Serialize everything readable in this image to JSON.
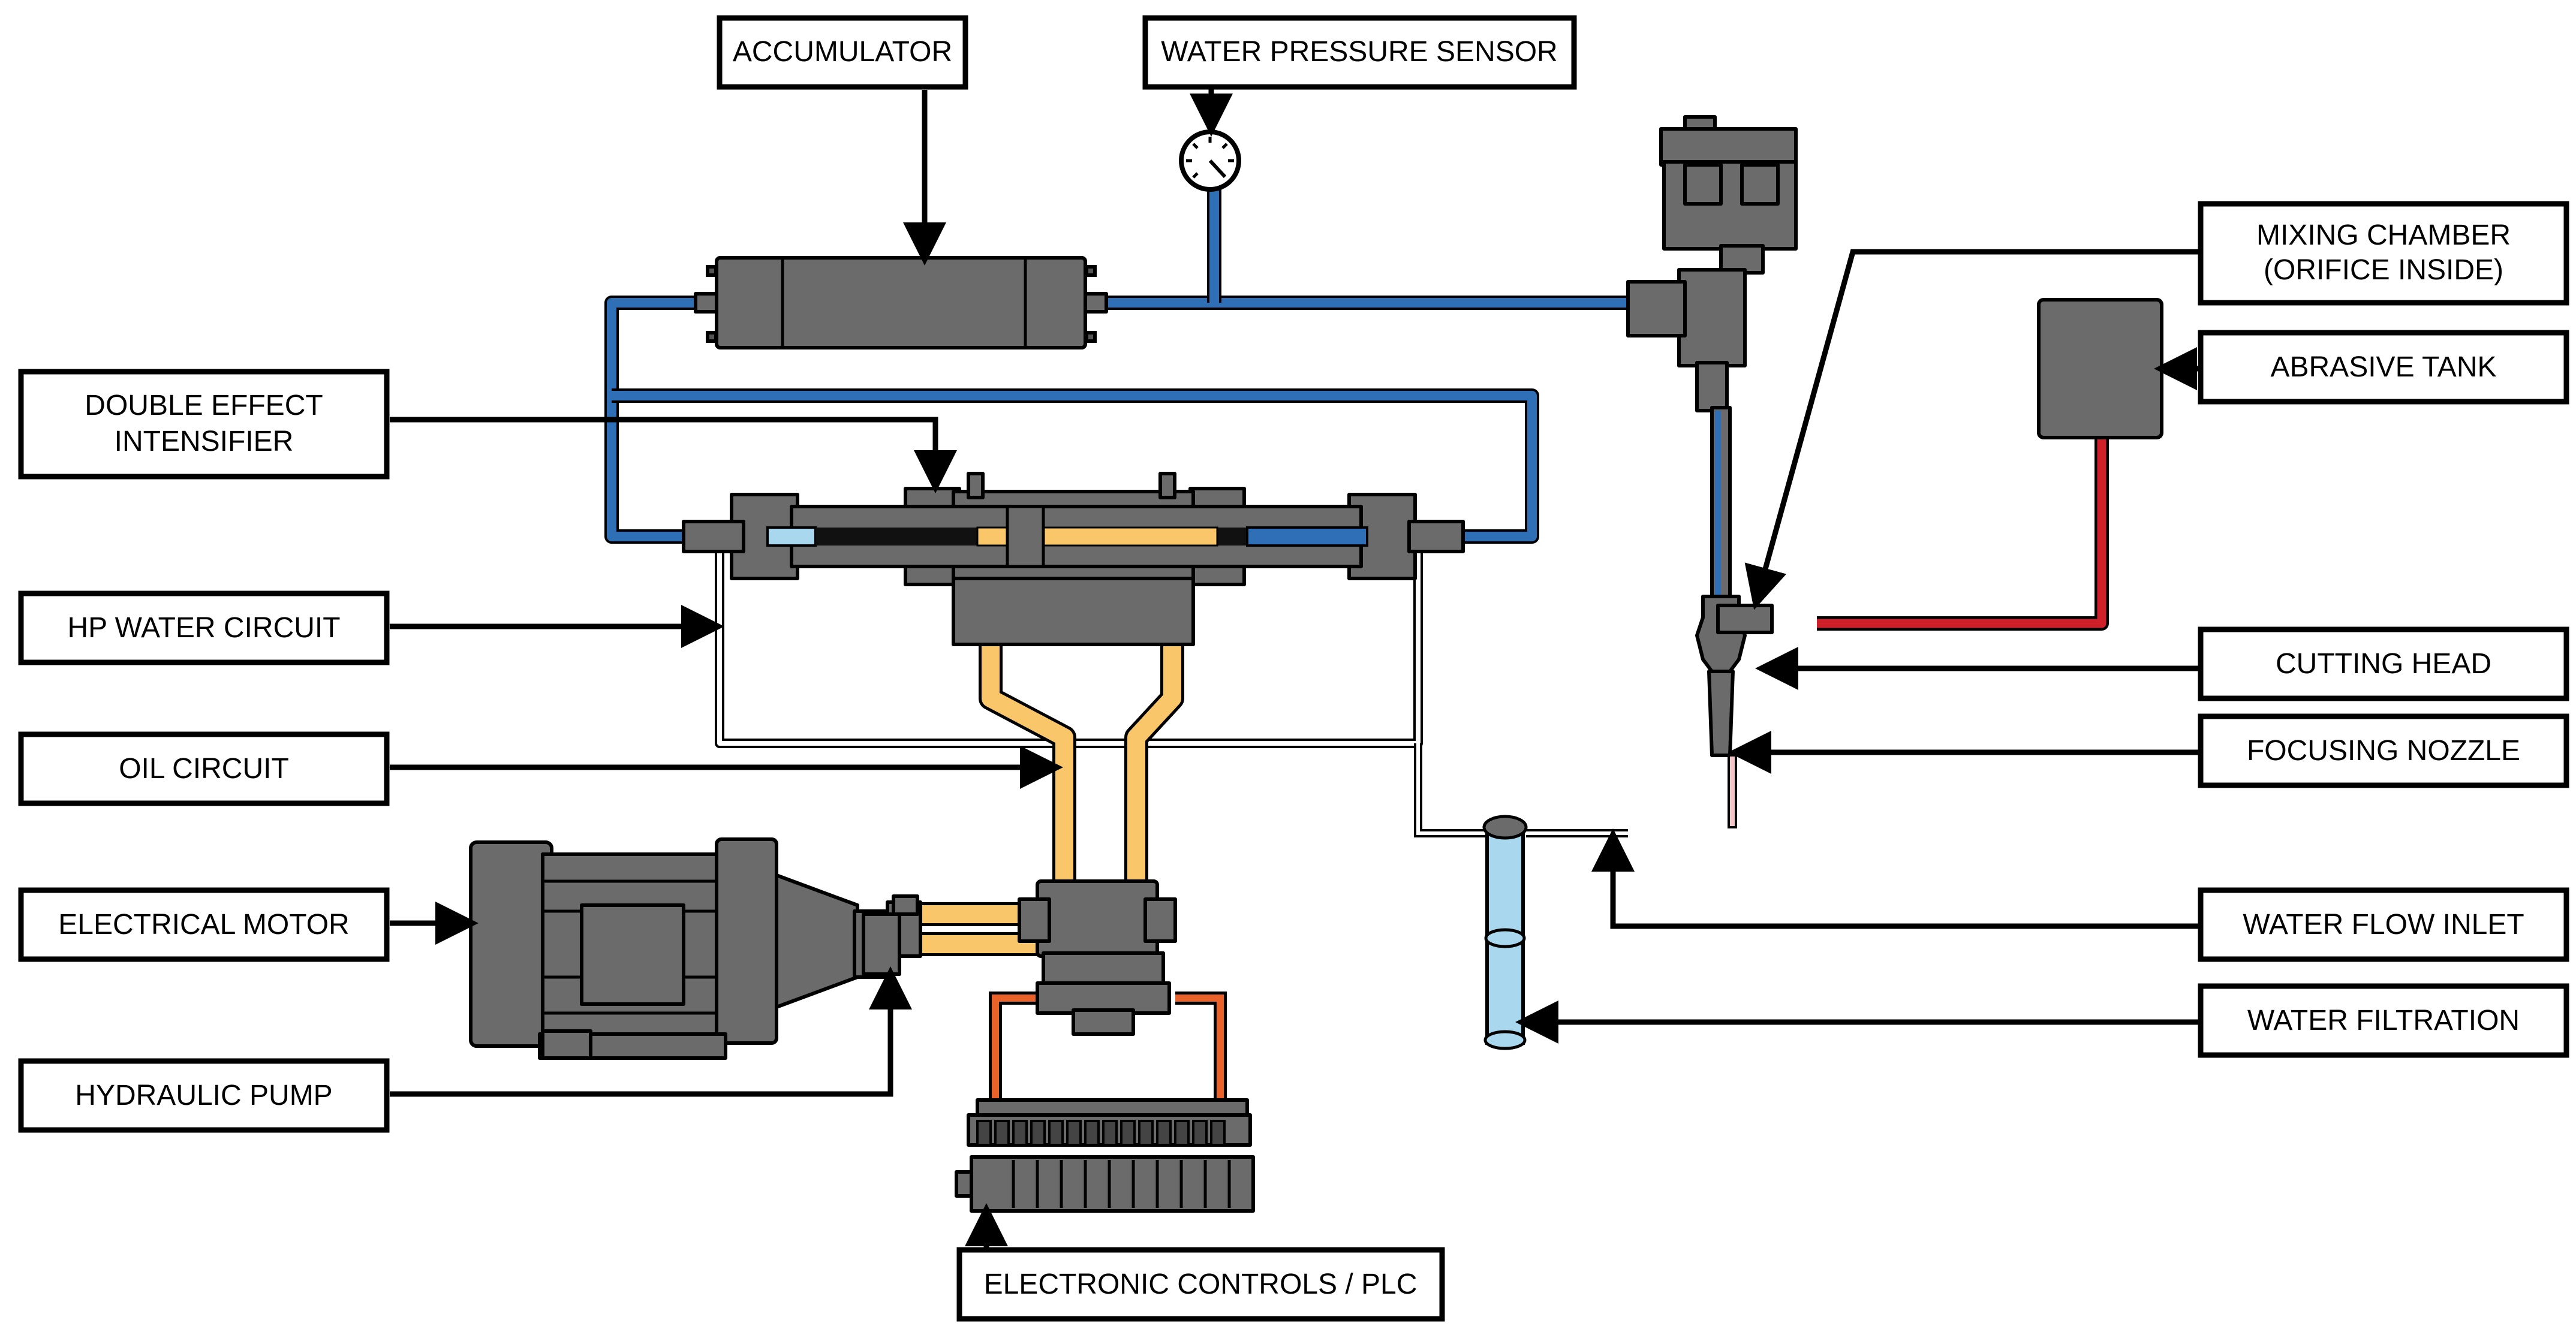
{
  "labels": {
    "accumulator": "ACCUMULATOR",
    "water_pressure_sensor": "WATER PRESSURE SENSOR",
    "mixing_chamber_line1": "MIXING CHAMBER",
    "mixing_chamber_line2": "(ORIFICE INSIDE)",
    "abrasive_tank": "ABRASIVE TANK",
    "double_effect_intensifier_line1": "DOUBLE EFFECT",
    "double_effect_intensifier_line2": "INTENSIFIER",
    "hp_water_circuit": "HP WATER CIRCUIT",
    "oil_circuit": "OIL CIRCUIT",
    "electrical_motor": "ELECTRICAL MOTOR",
    "hydraulic_pump": "HYDRAULIC PUMP",
    "electronic_controls": "ELECTRONIC CONTROLS / PLC",
    "cutting_head": "CUTTING HEAD",
    "focusing_nozzle": "FOCUSING NOZZLE",
    "water_flow_inlet": "WATER FLOW INLET",
    "water_filtration": "WATER FILTRATION"
  },
  "colors": {
    "hp_water": "#2f6fb5",
    "light_water": "#a9d8ee",
    "oil": "#f9c76a",
    "abrasive": "#d0202a",
    "plc_loop": "#e8622a",
    "machine_gray": "#6b6b6b",
    "nozzle_tip": "#f2c4c4"
  }
}
